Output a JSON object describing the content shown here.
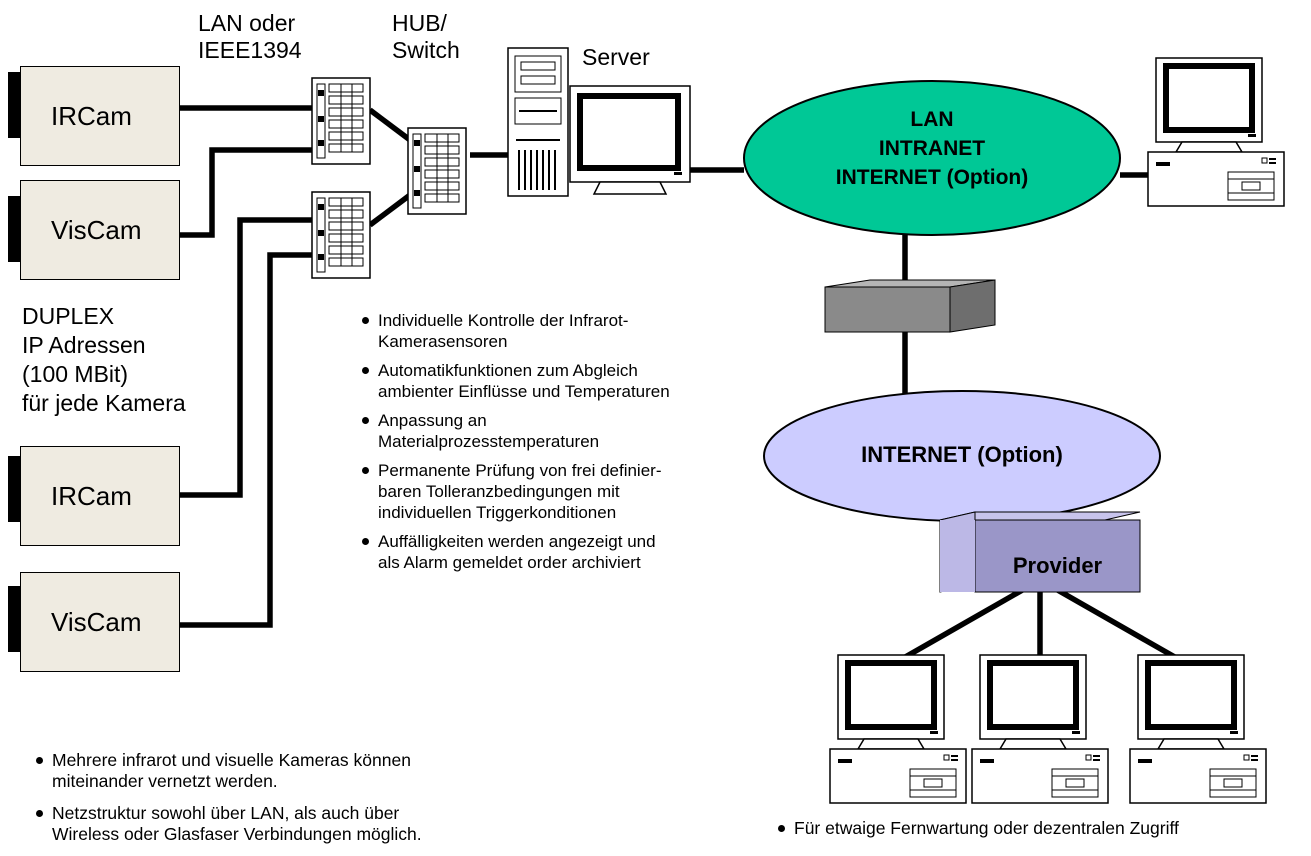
{
  "labels": {
    "lan_ieee": [
      "LAN oder",
      "IEEE1394"
    ],
    "hub_switch": [
      "HUB/",
      "Switch"
    ],
    "server": "Server"
  },
  "cameras": [
    {
      "label": "IRCam"
    },
    {
      "label": "VisCam"
    },
    {
      "label": "IRCam"
    },
    {
      "label": "VisCam"
    }
  ],
  "duplex": [
    "DUPLEX",
    "IP Adressen",
    "(100 MBit)",
    "für jede Kamera"
  ],
  "networks": {
    "lan": [
      "LAN",
      "INTRANET",
      "INTERNET (Option)"
    ],
    "internet": "INTERNET (Option)",
    "provider": "Provider"
  },
  "features": [
    "Individuelle Kontrolle der Infrarot-\nKamerasensoren",
    "Automatikfunktionen zum Abgleich\nambienter Einflüsse und Temperaturen",
    "Anpassung an\nMaterialprozesstemperaturen",
    "Permanente Prüfung von frei definier-\nbaren Tolleranzbedingungen mit\nindividuellen Triggerkonditionen",
    "Auffälligkeiten werden angezeigt und\nals Alarm gemeldet order archiviert"
  ],
  "notes": [
    "Mehrere infrarot und visuelle Kameras können\nmiteinander vernetzt werden.",
    "Netzstruktur sowohl über LAN, als auch über\nWireless oder Glasfaser Verbindungen möglich."
  ],
  "remote_note": "Für etwaige Fernwartung oder dezentralen Zugriff",
  "colors": {
    "lan_fill": "#00c896",
    "internet_fill": "#ccccff",
    "provider_fill": "#9a96c8",
    "camera_fill": "#efebe1",
    "box3d_fill": "#8a8a8a"
  }
}
